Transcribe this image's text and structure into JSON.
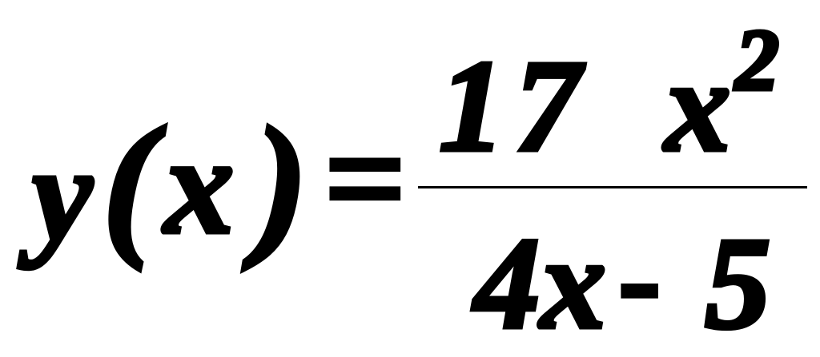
{
  "formula": {
    "lhs_function": "y",
    "lhs_open_paren": "(",
    "lhs_variable": "x",
    "lhs_close_paren": ")",
    "equals": "=",
    "numerator_coefficient": "17",
    "numerator_variable": "x",
    "numerator_exponent": "2",
    "denominator_term": "4x",
    "denominator_operator": "-",
    "denominator_constant": "5"
  }
}
